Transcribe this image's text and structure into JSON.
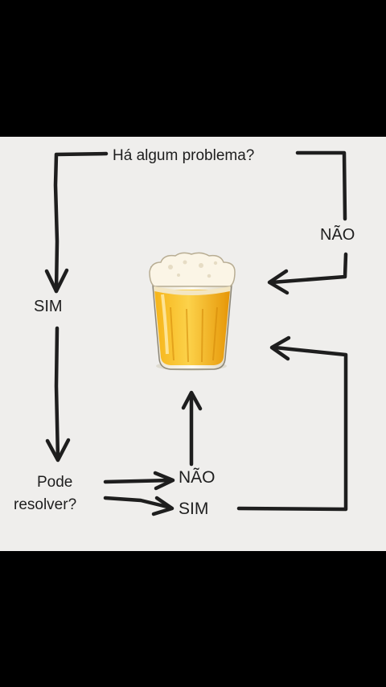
{
  "diagram": {
    "question": "Há algum problema?",
    "branch_no_top": "NÃO",
    "branch_yes_left": "SIM",
    "can_solve_line1": "Pode",
    "can_solve_line2": "resolver?",
    "answer_no": "NÃO",
    "answer_yes": "SIM"
  },
  "colors": {
    "background": "#000000",
    "panel": "#efeeec",
    "ink": "#1e1e1e",
    "beer": "#f2a90f",
    "foam": "#fbf5e6"
  },
  "icons": [
    "beer-glass-icon"
  ]
}
